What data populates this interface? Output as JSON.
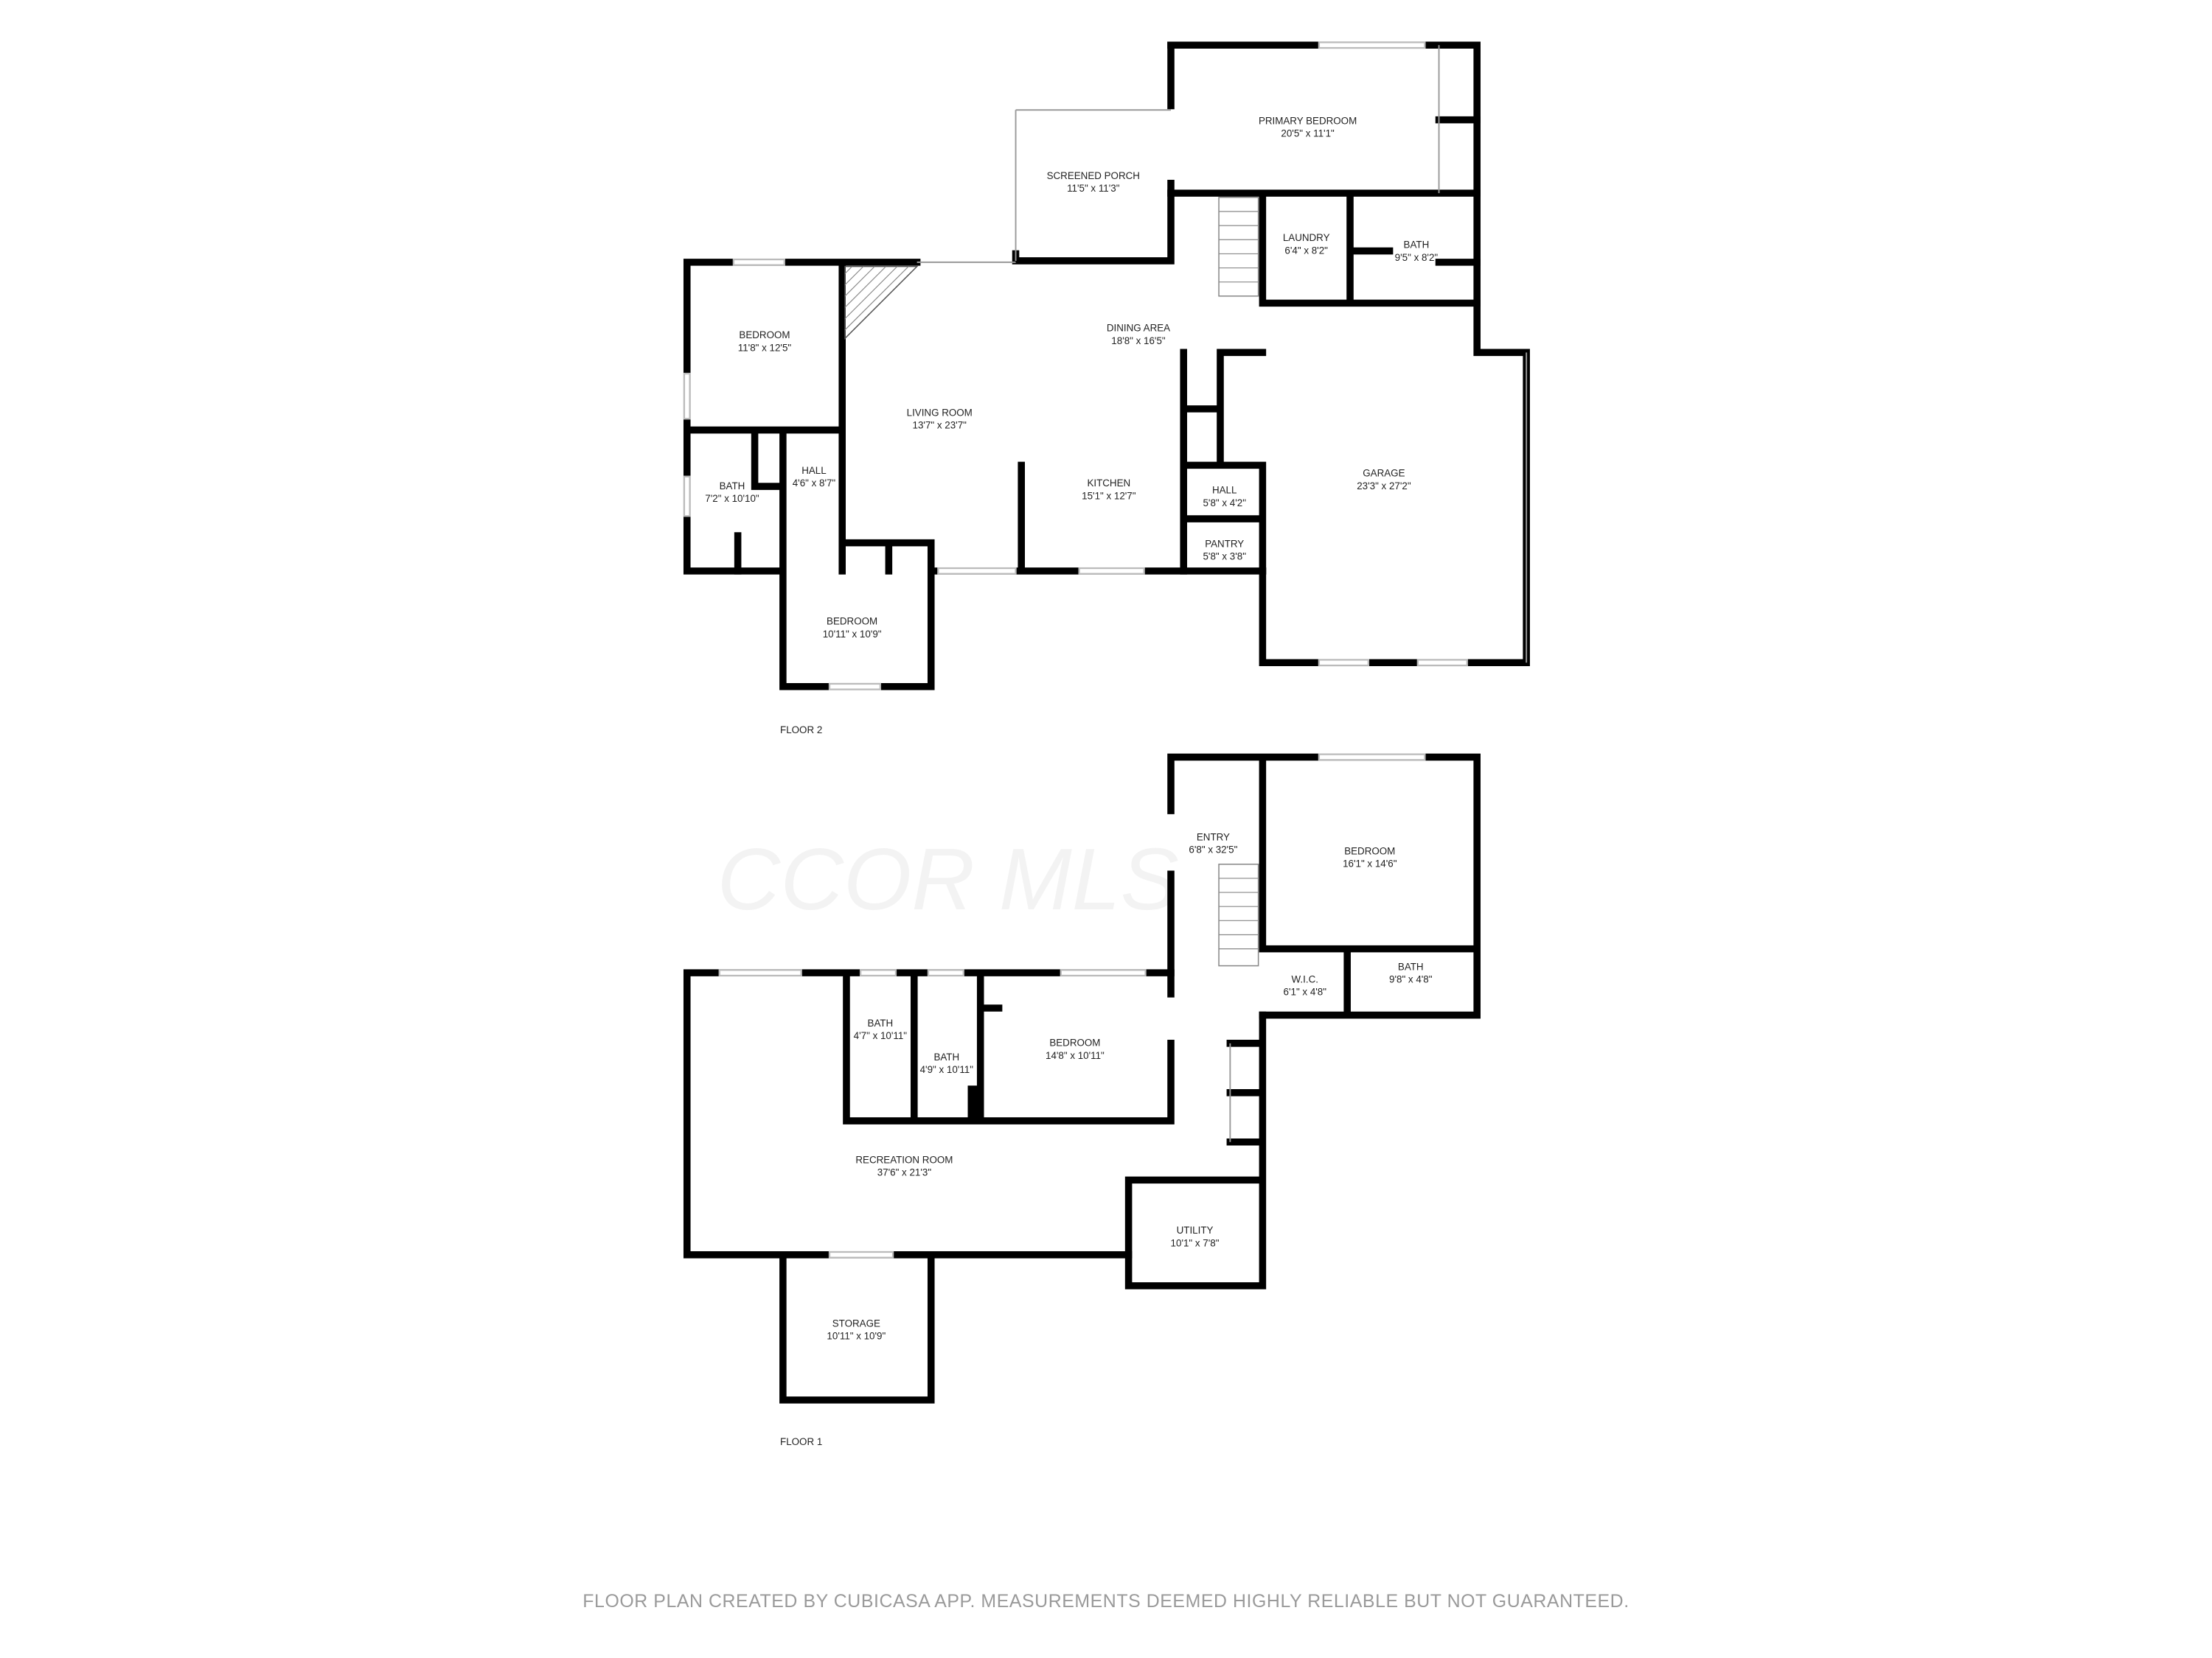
{
  "watermark": "CCOR MLS",
  "footer": "FLOOR PLAN CREATED BY CUBICASA APP. MEASUREMENTS DEEMED HIGHLY RELIABLE BUT NOT GUARANTEED.",
  "floor2": {
    "label": "FLOOR 2",
    "rooms": [
      {
        "name": "PRIMARY BEDROOM",
        "dims": "20'5\" x 11'1\""
      },
      {
        "name": "SCREENED PORCH",
        "dims": "11'5\" x 11'3\""
      },
      {
        "name": "LAUNDRY",
        "dims": "6'4\" x 8'2\""
      },
      {
        "name": "BATH",
        "dims": "9'5\" x 8'2\""
      },
      {
        "name": "BEDROOM",
        "dims": "11'8\" x 12'5\""
      },
      {
        "name": "DINING AREA",
        "dims": "18'8\" x 16'5\""
      },
      {
        "name": "LIVING ROOM",
        "dims": "13'7\" x 23'7\""
      },
      {
        "name": "GARAGE",
        "dims": "23'3\" x 27'2\""
      },
      {
        "name": "BATH",
        "dims": "7'2\" x 10'10\""
      },
      {
        "name": "HALL",
        "dims": "4'6\" x 8'7\""
      },
      {
        "name": "KITCHEN",
        "dims": "15'1\" x 12'7\""
      },
      {
        "name": "HALL",
        "dims": "5'8\" x 4'2\""
      },
      {
        "name": "PANTRY",
        "dims": "5'8\" x 3'8\""
      },
      {
        "name": "BEDROOM",
        "dims": "10'11\" x 10'9\""
      }
    ]
  },
  "floor1": {
    "label": "FLOOR 1",
    "rooms": [
      {
        "name": "ENTRY",
        "dims": "6'8\" x 32'5\""
      },
      {
        "name": "BEDROOM",
        "dims": "16'1\" x 14'6\""
      },
      {
        "name": "W.I.C.",
        "dims": "6'1\" x 4'8\""
      },
      {
        "name": "BATH",
        "dims": "9'8\" x 4'8\""
      },
      {
        "name": "BATH",
        "dims": "4'7\" x 10'11\""
      },
      {
        "name": "BATH",
        "dims": "4'9\" x 10'11\""
      },
      {
        "name": "BEDROOM",
        "dims": "14'8\" x 10'11\""
      },
      {
        "name": "RECREATION ROOM",
        "dims": "37'6\" x 21'3\""
      },
      {
        "name": "UTILITY",
        "dims": "10'1\" x 7'8\""
      },
      {
        "name": "STORAGE",
        "dims": "10'11\" x 10'9\""
      }
    ]
  }
}
